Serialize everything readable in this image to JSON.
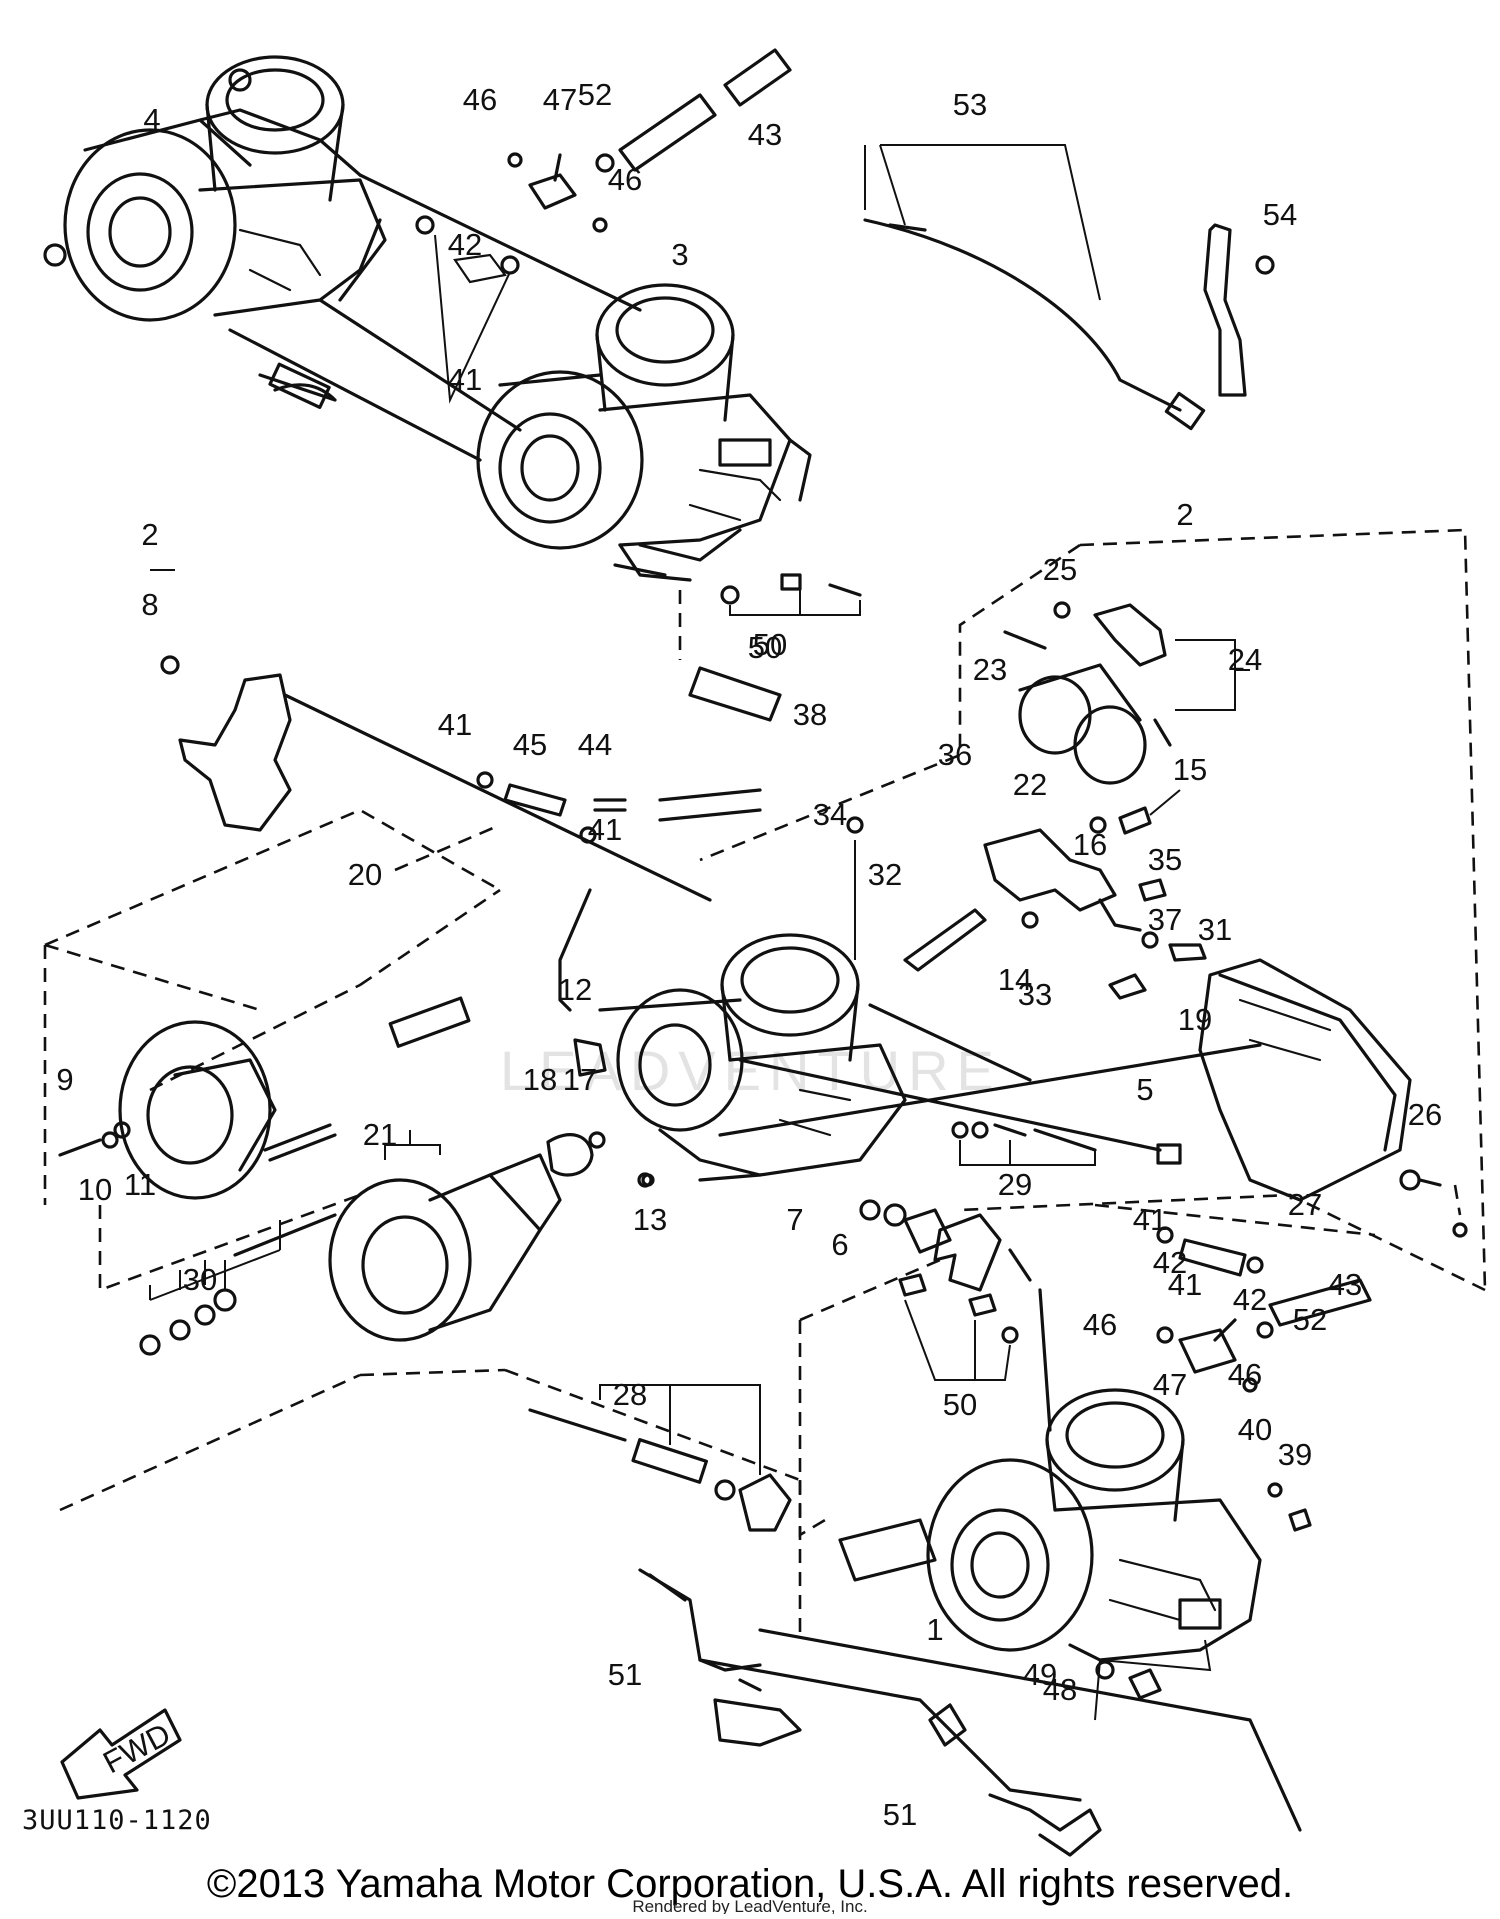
{
  "diagram": {
    "part_code": "3UU110-1120",
    "copyright": "©2013 Yamaha Motor Corporation, U.S.A. All rights reserved.",
    "render_note": "Rendered by LeadVenture, Inc.",
    "watermark": "LEADVENTURE",
    "fwd_label": "FWD",
    "callouts": [
      "1",
      "2",
      "2",
      "3",
      "4",
      "5",
      "6",
      "7",
      "8",
      "9",
      "10",
      "11",
      "12",
      "13",
      "14",
      "15",
      "16",
      "17",
      "18",
      "19",
      "20",
      "21",
      "22",
      "23",
      "24",
      "25",
      "26",
      "27",
      "28",
      "29",
      "30",
      "31",
      "32",
      "33",
      "34",
      "35",
      "36",
      "37",
      "38",
      "39",
      "40",
      "41",
      "41",
      "41",
      "41",
      "41",
      "42",
      "42",
      "42",
      "43",
      "43",
      "44",
      "45",
      "46",
      "46",
      "46",
      "46",
      "47",
      "47",
      "48",
      "49",
      "50",
      "50",
      "50",
      "51",
      "51",
      "52",
      "52",
      "53",
      "54"
    ]
  }
}
